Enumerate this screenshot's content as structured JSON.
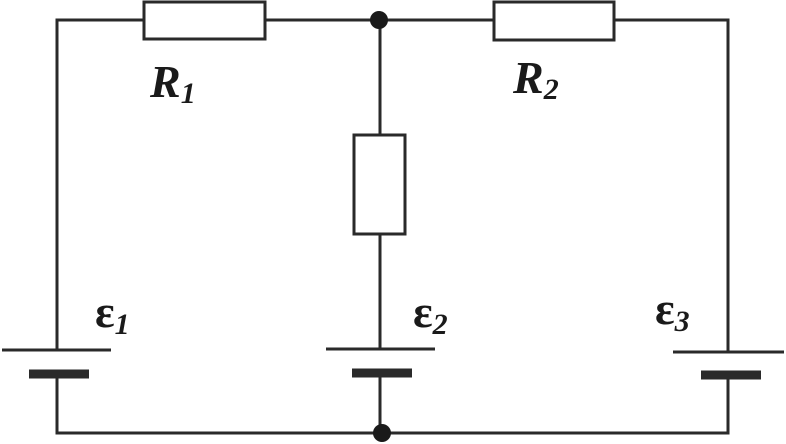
{
  "diagram": {
    "resistors": [
      {
        "id": "r1",
        "symbol": "R",
        "subscript": "1"
      },
      {
        "id": "r2",
        "symbol": "R",
        "subscript": "2"
      },
      {
        "id": "r3",
        "symbol": "",
        "subscript": ""
      }
    ],
    "sources": [
      {
        "id": "e1",
        "symbol": "ε",
        "subscript": "1"
      },
      {
        "id": "e2",
        "symbol": "ε",
        "subscript": "2"
      },
      {
        "id": "e3",
        "symbol": "ε",
        "subscript": "3"
      }
    ],
    "colors": {
      "line": "#2a2a2a",
      "node": "#1a1a1a",
      "background": "#ffffff"
    }
  }
}
